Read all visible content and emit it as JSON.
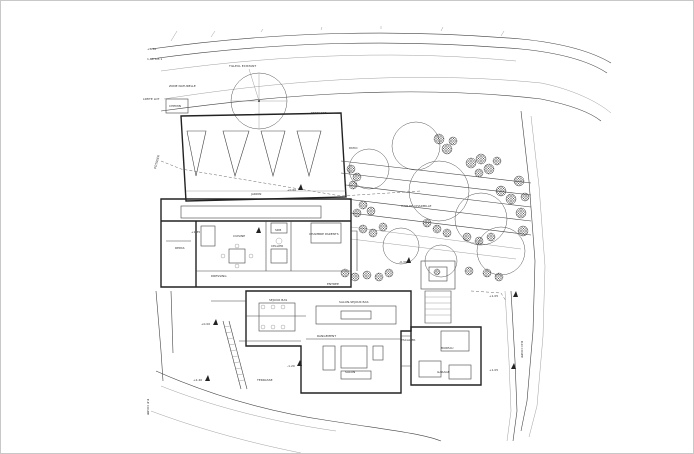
{
  "labels": {
    "top_level_1": "+5.30",
    "top_level_2": "1,60 S.E.1",
    "site_limit": "LIMITE LOT",
    "zone_left": "CHEMIN",
    "zone_mid": "TERRASSE",
    "zone_hatch": "POTAGER",
    "zone_road": "ZONE NATURELLE",
    "tree_tag": "TILLEUL EXISTANT",
    "garden_label": "JARDIN",
    "patio_label": "PATIO",
    "row_label": "HAIE DE CHARMILLE",
    "kitchen": "CUISINE",
    "dining": "REPAS",
    "pantry": "CELLIER",
    "bedroom": "CHAMBRE PARENTS",
    "bath": "SDB",
    "closet": "DRESSING",
    "entry": "ENTREE",
    "living_top": "SALON-SEJOUR BAS",
    "living_mid": "SEJOUR BAS",
    "salon": "SALON",
    "office": "BUREAU",
    "terrace_low": "TERRASSE",
    "garage": "GARAGE",
    "storage": "RANGEMENT",
    "stair_note": "ESCALIER",
    "level_a": "+1.35",
    "level_b": "+0.60",
    "level_c": "+0.00",
    "level_d": "-1.20",
    "level_e": "+2.40",
    "level_f": "-0.30",
    "level_g": "+1.05",
    "section_left": "E-E COUPE",
    "section_right": "D-D COUPE"
  }
}
